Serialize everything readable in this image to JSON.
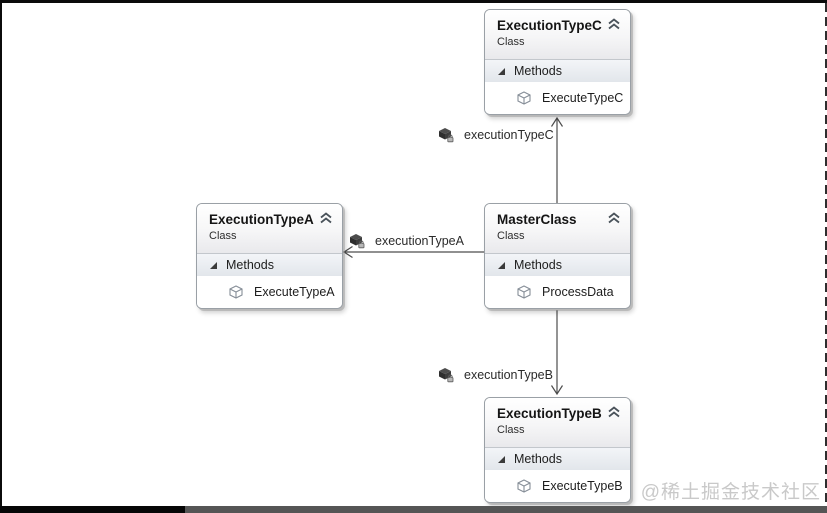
{
  "diagram": {
    "classes": [
      {
        "title": "ExecutionTypeC",
        "stereotype": "Class",
        "section": "Methods",
        "members": [
          "ExecuteTypeC"
        ]
      },
      {
        "title": "ExecutionTypeA",
        "stereotype": "Class",
        "section": "Methods",
        "members": [
          "ExecuteTypeA"
        ]
      },
      {
        "title": "MasterClass",
        "stereotype": "Class",
        "section": "Methods",
        "members": [
          "ProcessData"
        ]
      },
      {
        "title": "ExecutionTypeB",
        "stereotype": "Class",
        "section": "Methods",
        "members": [
          "ExecuteTypeB"
        ]
      }
    ],
    "associations": [
      {
        "label": "executionTypeC",
        "from": "MasterClass",
        "to": "ExecutionTypeC"
      },
      {
        "label": "executionTypeA",
        "from": "MasterClass",
        "to": "ExecutionTypeA"
      },
      {
        "label": "executionTypeB",
        "from": "MasterClass",
        "to": "ExecutionTypeB"
      }
    ]
  },
  "watermark": "@稀土掘金技术社区",
  "colors": {
    "canvas": "#ffffff",
    "box_border": "#9aa0a6",
    "section_gradient_top": "#f3f5f8",
    "section_gradient_bottom": "#e2e6eb",
    "arrow": "#4d4d4d",
    "frame": "#0b0b0b",
    "bottom_bar_right": "#555555",
    "watermark_text": "#c9c9c9"
  }
}
